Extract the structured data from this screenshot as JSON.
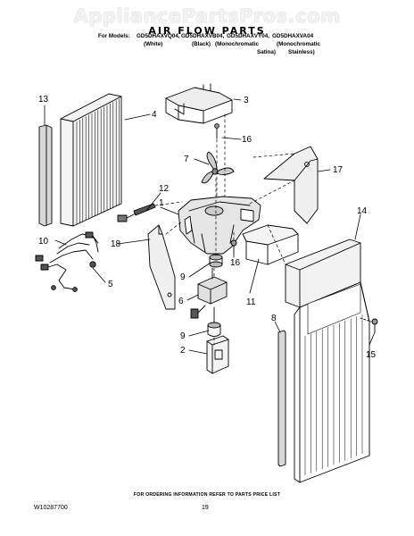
{
  "watermark": "AppliancePartsPros.com",
  "title": "AIR FLOW PARTS",
  "models": {
    "prefix": "For Models:",
    "list": [
      "GD5DHAXVQ04,",
      "GD5DHAXVB04,",
      "GD5DHAXVY04,",
      "GD5DHAXVA04"
    ],
    "variants_line1": [
      "(White)",
      "(Black)",
      "(Monochromatic",
      "(Monochromatic"
    ],
    "variants_line2": [
      "Satina)",
      "Stainless)"
    ]
  },
  "callouts": [
    "13",
    "4",
    "3",
    "16",
    "7",
    "17",
    "12",
    "1",
    "14",
    "10",
    "18",
    "16",
    "5",
    "9",
    "6",
    "11",
    "8",
    "9",
    "2",
    "15"
  ],
  "footer": {
    "note": "FOR ORDERING INFORMATION REFER TO PARTS PRICE LIST",
    "doc_number": "W10287700",
    "page_number": "19"
  }
}
